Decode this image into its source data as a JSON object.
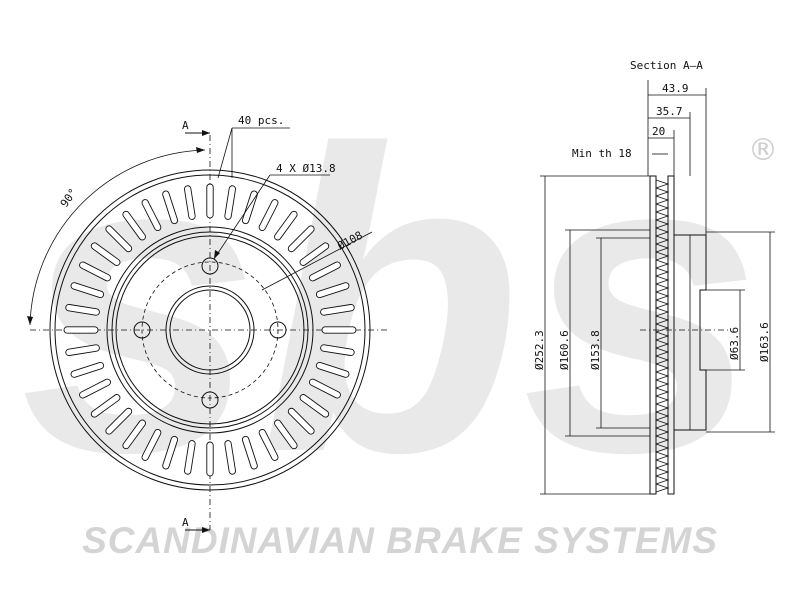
{
  "brand": {
    "logo_text": "sbs",
    "registered_mark": "®",
    "name": "SCANDINAVIAN BRAKE SYSTEMS",
    "watermark_color": "#e6e6e6"
  },
  "front_view": {
    "section_marker_top": "A",
    "section_marker_bottom": "A",
    "vent_count": "40 pcs.",
    "bolt_holes": "4 X Ø13.8",
    "bolt_circle": "Ø108",
    "angle": "90°"
  },
  "section_view": {
    "title": "Section A–A",
    "overall_height": "43.9",
    "hat_height": "35.7",
    "disc_thickness": "20",
    "min_thickness": "Min th 18",
    "outer_diameter": "Ø252.3",
    "friction_inner_diameter": "Ø160.6",
    "diameter_153": "Ø153.8",
    "centre_bore": "Ø63.6",
    "hat_diameter": "Ø163.6"
  }
}
